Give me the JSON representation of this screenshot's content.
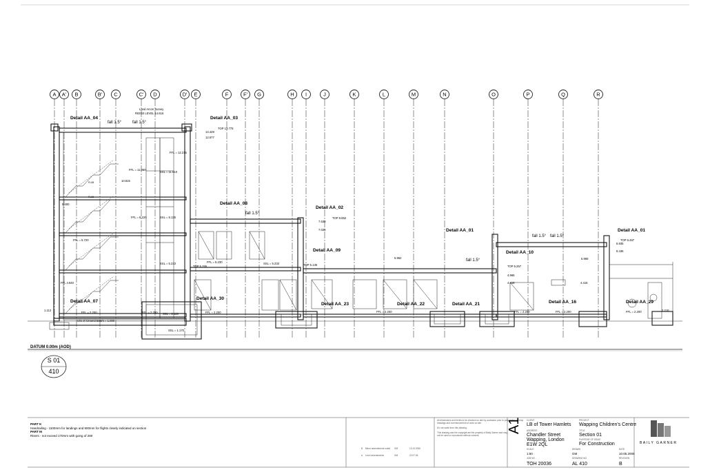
{
  "grid_labels": [
    "A",
    "A'",
    "B",
    "B'",
    "C",
    "C'",
    "D",
    "D'",
    "E",
    "F",
    "F'",
    "G",
    "H",
    "I",
    "J",
    "K",
    "L",
    "M",
    "N",
    "O",
    "P",
    "Q",
    "R"
  ],
  "details": [
    {
      "id": "aa04",
      "text": "Detail AA_04"
    },
    {
      "id": "aa03",
      "text": "Detail AA_03"
    },
    {
      "id": "aa08",
      "text": "Detail AA_08"
    },
    {
      "id": "aa02",
      "text": "Detail AA_02"
    },
    {
      "id": "aa09",
      "text": "Detail AA_09"
    },
    {
      "id": "aa01a",
      "text": "Detail AA_01"
    },
    {
      "id": "aa01b",
      "text": "Detail AA_01"
    },
    {
      "id": "aa10",
      "text": "Detail AA_10"
    },
    {
      "id": "aa07",
      "text": "Detail AA_07"
    },
    {
      "id": "aa30",
      "text": "Detail AA_30"
    },
    {
      "id": "aa23",
      "text": "Detail AA_23"
    },
    {
      "id": "aa22",
      "text": "Detail AA_22"
    },
    {
      "id": "aa21",
      "text": "Detail AA_21"
    },
    {
      "id": "aa16",
      "text": "Detail AA_16"
    },
    {
      "id": "aa29",
      "text": "Detail AA_29"
    }
  ],
  "falls": [
    "fall 1.5°",
    "fall 1.5°",
    "fall 1.5°",
    "fall 1.5°",
    "fall 1.5°",
    "fall 1.5°"
  ],
  "levels": {
    "land_survey": "Land Arcon Survey",
    "ridge": "RIDGE LEVEL 14.616",
    "top1": "TOP 13.775",
    "v13429": "13.429",
    "v12577": "12.577",
    "ffl12215": "FFL = 12.215",
    "ffl11050": "FFL = 11.050",
    "ssl11610": "SSL = 11.610",
    "v10815": "10.815",
    "fl08": "FL08",
    "fl06": "FL06",
    "v9400": "9.400",
    "ffl8220": "FFL = 8.220",
    "ssl8135": "SSL = 8.135",
    "ffl6720": "FFL = 6.720",
    "top8652": "TOP 8.652",
    "v7638": "7.638",
    "v7025": "7.025",
    "top5255": "TOP 5.255",
    "ffl5230": "FFL = 5.230",
    "ssl5233": "SSL = 5.233",
    "ffl4640": "FFL 4.640",
    "top5135": "TOP 5.135",
    "ssl5233b": "SSL = 5.233",
    "v5962": "5.962",
    "top5257": "TOP 5.257",
    "v4965": "4.965",
    "v4416": "4.416",
    "v4416b": "4.416",
    "top6467": "TOP 6.467",
    "v6935": "6.935",
    "v6436": "6.436",
    "v5965": "5.965",
    "ffl2200a": "FFL = 2.200",
    "ffl2200b": "FFL = 2.200",
    "ffl2200c": "FFL = 2.200",
    "ffl2200d": "FFL = 2.200",
    "ffl2200e": "FFL = 2.200",
    "ffl2200f": "FFL = 2.200",
    "ffl2200g": "FFL = 2.200",
    "ssl2115": "SSL = 2.115",
    "ssl1170": "SSL = 1.170",
    "v1112": "1.112",
    "ground_beam": "U/S of Ground Beam = 1.000",
    "v2210": "2.210"
  },
  "datum": "DATUM 0.00m (AOD)",
  "section_ref": {
    "top": "S 01",
    "bottom": "410"
  },
  "notes": {
    "line1": "PART K",
    "line2": "Handrailing - 1100mm for landings and 900mm for flights clearly indicated on section",
    "line3": "PART M",
    "line4": "Risers - not exceed 170mm with going of 280"
  },
  "revisions": [
    {
      "rev": "B",
      "desc": "Minor amendments noted",
      "by": "GM",
      "date": "13.10.2006"
    },
    {
      "rev": "A",
      "desc": "Level amendments",
      "by": "GM",
      "date": "22.07.06"
    }
  ],
  "title_block": {
    "size": "A1",
    "client": "LB of Tower Hamlets",
    "project": "Wapping Children's Centre",
    "address1": "Chandler Street",
    "address2": "Wapping, London",
    "address3": "E1W 2QL",
    "title": "Section 01",
    "purpose": "For Construction",
    "scale": "1:50",
    "drawn": "GM",
    "date": "10.05.2006",
    "job": "TOH 20036",
    "drawing_no": "AL 410",
    "rev": "B",
    "firm": "BAILY GARNER",
    "disclaimer1": "All dimensions and levels to be checked on site by contractor prior to preparation of shop",
    "disclaimer2": "drawings and commencement of work on site.",
    "disclaimer3": "Do not scale from this drawing.",
    "disclaimer4": "This drawing and the copyright are the property of Baily Garner and may",
    "disclaimer5": "not be used or reproduced without consent.",
    "label_client": "CLIENT",
    "label_project": "PROJECT",
    "label_address": "ADDRESS",
    "label_title": "TITLE",
    "label_purpose": "PURPOSE OF ISSUE",
    "label_scale": "SCALE",
    "label_drawn": "DRAWN",
    "label_date": "DATE",
    "label_job": "JOB NO",
    "label_drg": "DRAWING NO",
    "label_rev": "REVISION"
  }
}
